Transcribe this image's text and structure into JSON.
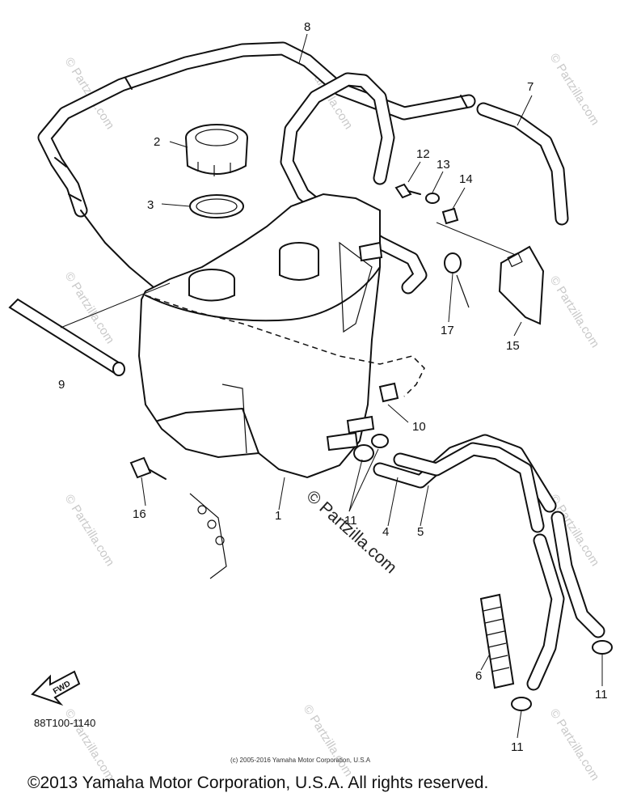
{
  "diagram": {
    "callouts": {
      "c1": "1",
      "c2": "2",
      "c3": "3",
      "c4": "4",
      "c5": "5",
      "c6": "6",
      "c7": "7",
      "c8": "8",
      "c9": "9",
      "c10": "10",
      "c11a": "11",
      "c11b": "11",
      "c11c": "11",
      "c12": "12",
      "c13": "13",
      "c14": "14",
      "c15": "15",
      "c16": "16",
      "c17": "17"
    },
    "fwd_label": "FWD",
    "part_number": "88T100-1140"
  },
  "watermarks": {
    "text": "© Partzilla.com",
    "center_text": "© Partzilla.com"
  },
  "footer": {
    "small_copyright": "(c) 2005-2016 Yamaha Motor Corporation, U.S.A",
    "copyright": "©2013 Yamaha Motor Corporation, U.S.A. All rights reserved."
  }
}
